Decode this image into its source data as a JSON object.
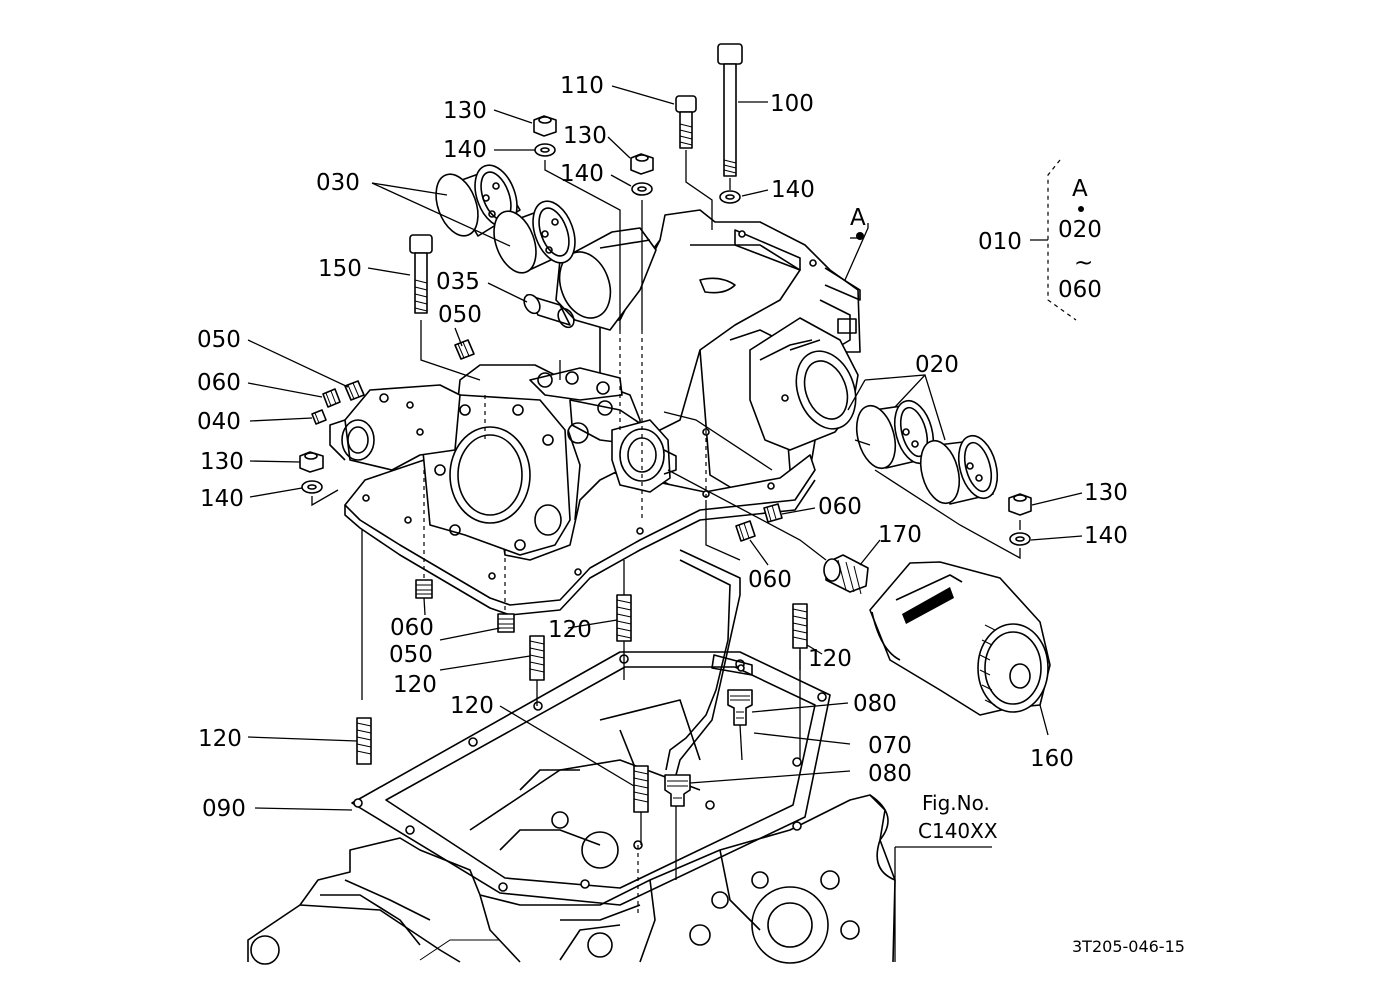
{
  "labels": {
    "p110": "110",
    "p100": "100",
    "p130a": "130",
    "p140a": "140",
    "p130b": "130",
    "p140b": "140",
    "p140c": "140",
    "p030": "030",
    "p150": "150",
    "p035": "035",
    "p050a": "050",
    "p050b": "050",
    "p060a": "060",
    "p040": "040",
    "p130c": "130",
    "p140d": "140",
    "p060b": "060",
    "p050c": "050",
    "p120a": "120",
    "p120b": "120",
    "p120c": "120",
    "p120d": "120",
    "p120e": "120",
    "p090": "090",
    "p020": "020",
    "p130d": "130",
    "p140e": "140",
    "p060c": "060",
    "p060d": "060",
    "p170": "170",
    "p160": "160",
    "p080a": "080",
    "p070": "070",
    "p080b": "080",
    "markerA": "A"
  },
  "legend": {
    "assembly": "010",
    "marker": "A",
    "range_from": "020",
    "range_sep": "~",
    "range_to": "060"
  },
  "figref": {
    "line1": "Fig.No.",
    "line2": "C140XX"
  },
  "drawing_code": "3T205-046-15"
}
